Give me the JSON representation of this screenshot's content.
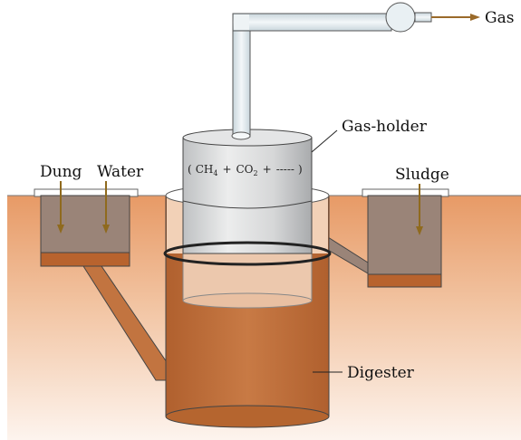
{
  "labels": {
    "gas": "Gas",
    "gas_holder": "Gas-holder",
    "dung": "Dung",
    "water": "Water",
    "sludge": "Sludge",
    "digester": "Digester"
  },
  "formula": {
    "open": "(",
    "ch": "CH",
    "ch_sub": "4",
    "plus1": "+",
    "co": "CO",
    "co_sub": "2",
    "plus2": "+",
    "dashes": "-----",
    "close": ")"
  },
  "colors": {
    "soil_top": "#e8a272",
    "soil_bottom": "#fbeee4",
    "slurry": "#c2733f",
    "slurry_dark": "#a8552a",
    "pit": "#9a8276",
    "gas_holder": "#d9dadb",
    "pipe": "#e4edf1",
    "gas_arrow": "#9a6a2a"
  }
}
